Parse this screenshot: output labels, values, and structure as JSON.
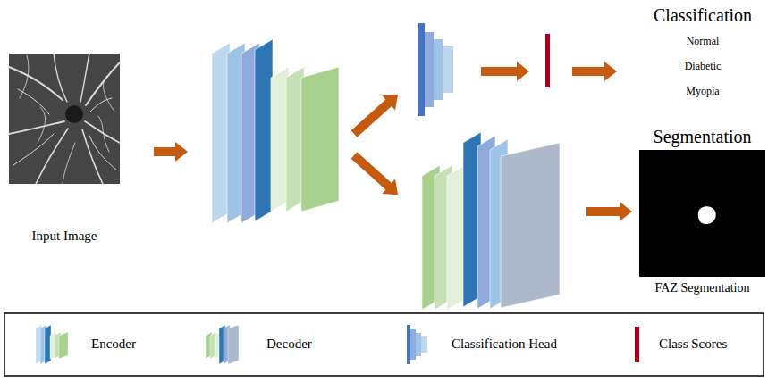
{
  "diagram": {
    "nodes": [
      {
        "text": [
          "Input Image"
        ]
      },
      {
        "text": [
          "Segmentation",
          "FAZ Segmentation"
        ]
      }
    ],
    "labels": [
      "Classification",
      "Normal",
      "Diabetic",
      "Myopia"
    ],
    "legend": [
      {
        "text": "Encoder"
      },
      {
        "text": "Decoder"
      },
      {
        "text": "Classification Head"
      },
      {
        "text": "Class Scores",
        "color": "#a50021"
      }
    ]
  }
}
